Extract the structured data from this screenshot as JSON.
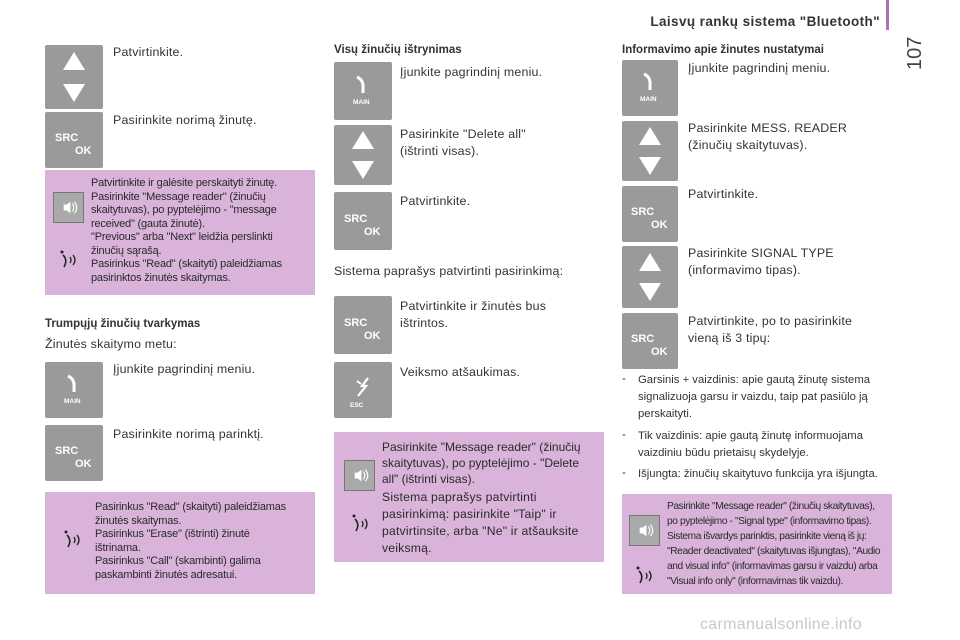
{
  "header": {
    "title": "Laisvų rankų sistema \"Bluetooth\"",
    "page_number": "107"
  },
  "col1": {
    "step_confirm": "Patvirtinkite.",
    "step_select_msg": "Pasirinkite norimą žinutę.",
    "note1": "Patvirtinkite ir galėsite perskaityti žinutę.\nPasirinkite \"Message reader\" (žinučių\nskaitytuvas), po pyptelėjimo - \"message\nreceived\" (gauta žinutė).\n\"Previous\" arba \"Next\" leidžia perslinkti\nžinučių sąrašą.\nPasirinkus \"Read\" (skaityti) paleidžiamas\npasirinktos žinutės skaitymas.",
    "heading_sms": "Trumpųjų žinučių tvarkymas",
    "sms_intro": "Žinutės skaitymo metu:",
    "step_main_menu": "Įjunkite pagrindinį meniu.",
    "step_select_option": "Pasirinkite norimą parinktį.",
    "note2": "Pasirinkus \"Read\" (skaityti) paleidžiamas\nžinutės skaitymas.\nPasirinkus \"Erase\" (ištrinti) žinutė\ništrinama.\nPasirinkus \"Call\" (skambinti) galima\npaskambinti žinutės adresatui."
  },
  "col2": {
    "heading": "Visų žinučių ištrynimas",
    "step_main_menu": "Įjunkite pagrindinį meniu.",
    "step_delete_all": "Pasirinkite \"Delete all\"\n(ištrinti visas).",
    "step_confirm": "Patvirtinkite.",
    "system_asks": "Sistema paprašys patvirtinti pasirinkimą:",
    "step_confirm_delete": "Patvirtinkite ir žinutės bus\ništrintos.",
    "step_cancel": "Veiksmo atšaukimas.",
    "note": "Pasirinkite \"Message reader\" (žinučių\nskaitytuvas), po pyptelėjimo - \"Delete\nall\" (ištrinti visas).",
    "note_voice": "Sistema paprašys patvirtinti\npasirinkimą: pasirinkite \"Taip\" ir\npatvirtinsite, arba \"Ne\" ir atšauksite\nveiksmą."
  },
  "col3": {
    "heading": "Informavimo apie žinutes nustatymai",
    "step_main_menu": "Įjunkite pagrindinį meniu.",
    "step_mess_reader": "Pasirinkite MESS. READER\n(žinučių skaitytuvas).",
    "step_confirm": "Patvirtinkite.",
    "step_signal_type": "Pasirinkite SIGNAL TYPE\n(informavimo tipas).",
    "step_confirm_choose": "Patvirtinkite, po to pasirinkite\nvieną iš 3 tipų:",
    "bullets": [
      "Garsinis + vaizdinis: apie gautą žinutę sistema\nsignalizuoja garsu ir vaizdu, taip pat pasiūlo ją\nperskaityti.",
      "Tik vaizdinis: apie gautą žinutę informuojama\nvaizdiniu būdu prietaisų skydelyje.",
      "Išjungta: žinučių skaitytuvo funkcija yra išjungta."
    ],
    "note": "Pasirinkite \"Message reader\" (žinučių skaitytuvas),\npo pyptelėjimo - \"Signal type\" (informavimo tipas).\nSistema išvardys parinktis, pasirinkite vieną iš jų:\n\"Reader deactivated\" (skaitytuvas išjungtas), \"Audio\nand visual info\" (informavimas garsu ir vaizdu) arba\n\"Visual info only\" (informavimas tik vaizdu)."
  },
  "buttons": {
    "src": "SRC",
    "ok": "OK",
    "main": "MAIN",
    "esc": "ESC"
  },
  "watermark": "carmanualsonline.info",
  "colors": {
    "tile": "#9a9a9a",
    "note": "#d9b3d9",
    "accent": "#b06fb4"
  }
}
